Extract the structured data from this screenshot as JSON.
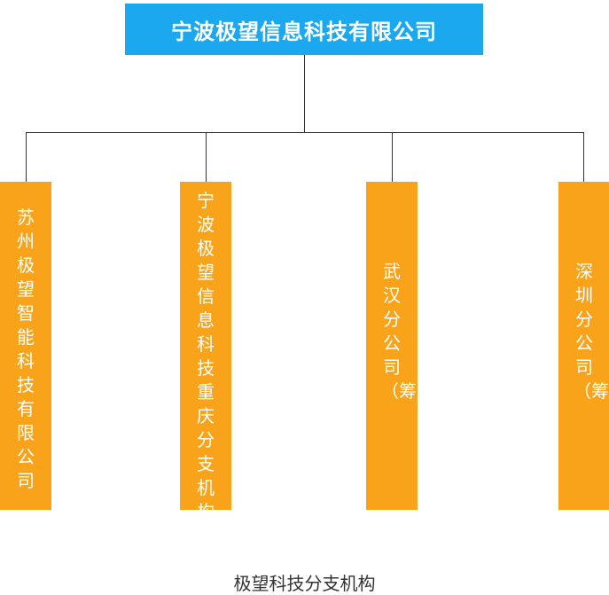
{
  "root": {
    "label": "宁波极望信息科技有限公司"
  },
  "branches": [
    {
      "label": "苏州极望智能科技有限公司"
    },
    {
      "label": "宁波极望信息科技重庆分支机构"
    },
    {
      "label": "武汉分公司（筹）"
    },
    {
      "label": "深圳分公司（筹）"
    }
  ],
  "caption": "极望科技分支机构",
  "colors": {
    "root_fill": "#1ba8ee",
    "branch_fill": "#f9a31b",
    "connector": "#333333"
  }
}
